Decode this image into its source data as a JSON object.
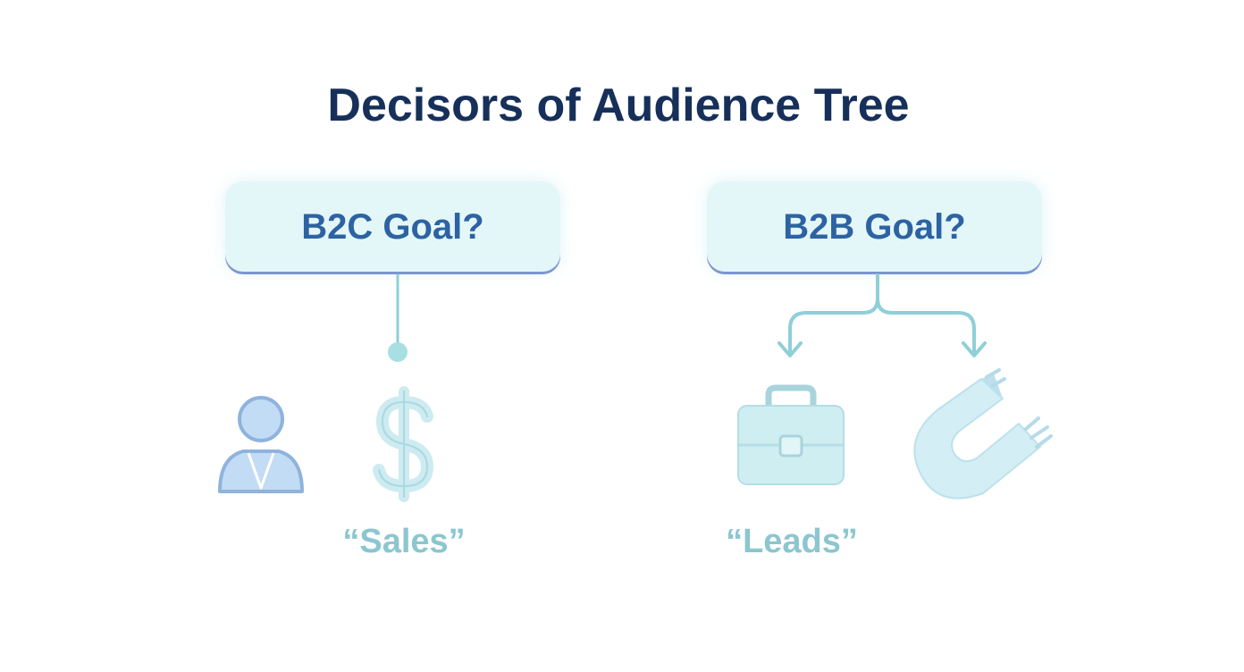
{
  "diagram": {
    "title": "Decisors of Audience Tree",
    "nodes": {
      "b2c_goal": "B2C Goal?",
      "b2b_goal": "B2B Goal?"
    },
    "outcomes": {
      "b2c": "“Sales”",
      "b2b": "“Leads”"
    },
    "icons": {
      "b2c": [
        "person-icon",
        "dollar-icon"
      ],
      "b2b": [
        "briefcase-icon",
        "magnet-icon"
      ]
    },
    "colors": {
      "title": "#17305a",
      "box_fill": "#e4f7f8",
      "box_text": "#2d63a3",
      "box_underline": "#7b95cf",
      "connector": "#8fcfd8",
      "outcome_text": "#8cc6cf",
      "icon_fill": "#c3e3f0"
    }
  }
}
